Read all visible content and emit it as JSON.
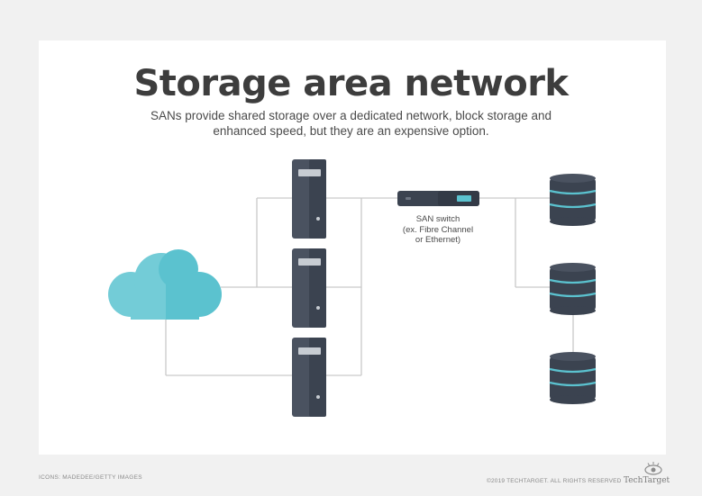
{
  "title": "Storage area network",
  "subtitle": "SANs provide shared storage over a dedicated network, block storage and enhanced speed, but they are an expensive option.",
  "switch": {
    "label_line1": "SAN switch",
    "label_line2": "(ex. Fibre Channel",
    "label_line3": "or Ethernet)"
  },
  "footer": {
    "credit_left": "ICONS: MADEDEE/GETTY IMAGES",
    "credit_right": "©2019 TECHTARGET. ALL RIGHTS RESERVED",
    "logo_text": "TechTarget"
  },
  "colors": {
    "cloud": "#5bc2cf",
    "server": "#3b4350",
    "storage_ring": "#5bc2cf",
    "line": "#c9c9c9"
  },
  "icons": [
    "cloud-icon",
    "server-icon",
    "san-switch-icon",
    "storage-disk-icon",
    "eye-logo-icon"
  ]
}
